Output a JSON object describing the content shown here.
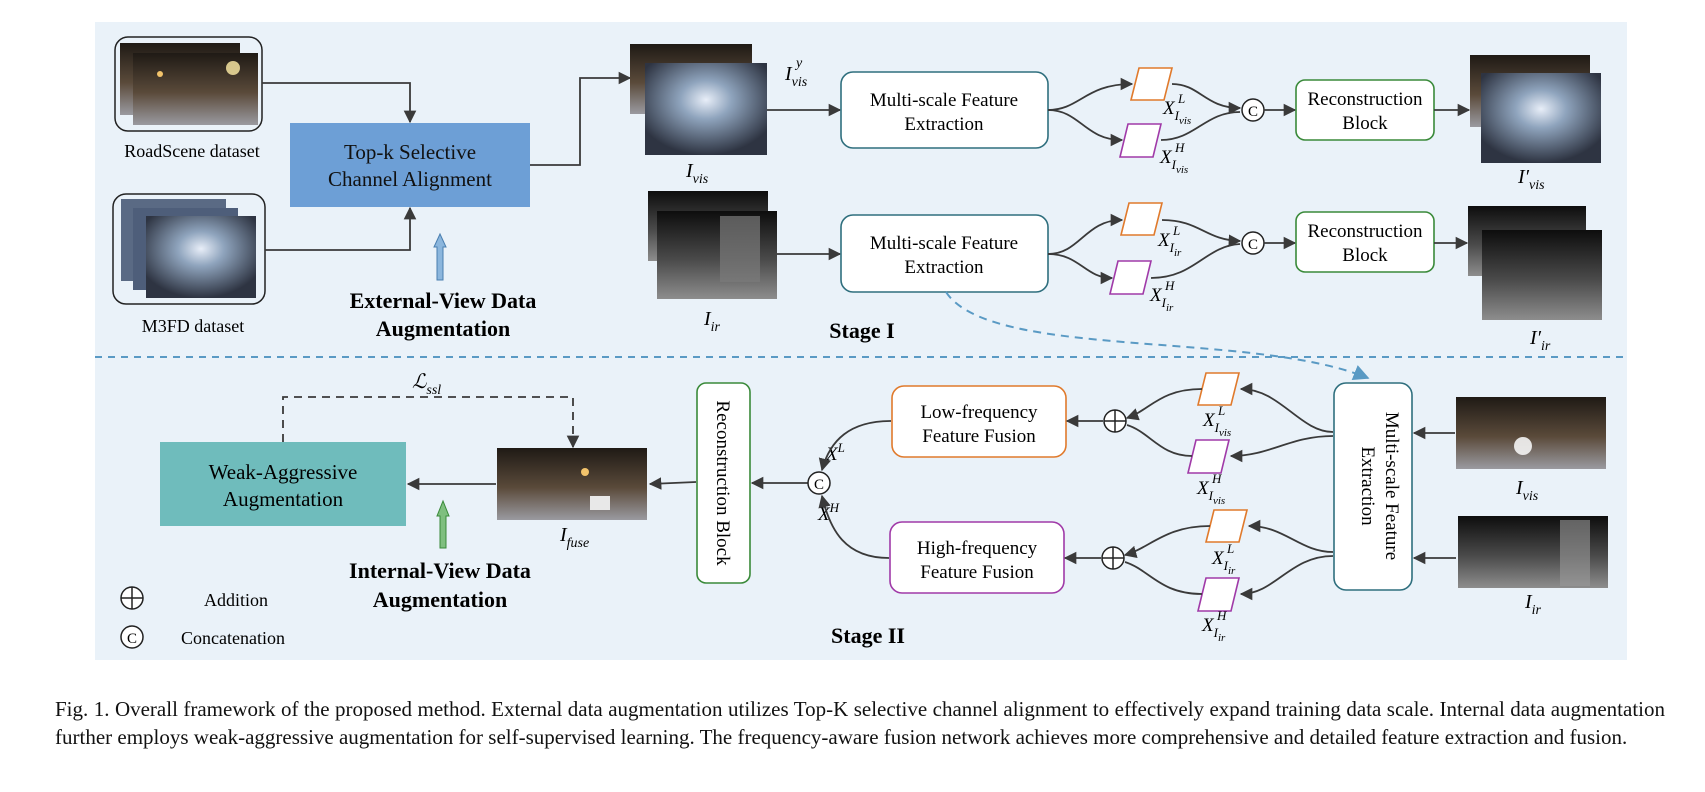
{
  "stage1": {
    "roadscene_label": "RoadScene dataset",
    "m3fd_label": "M3FD dataset",
    "topk_line1": "Top-k Selective",
    "topk_line2": "Channel Alignment",
    "ext_aug_line1": "External-View Data",
    "ext_aug_line2": "Augmentation",
    "msfe_line1": "Multi-scale Feature",
    "msfe_line2": "Extraction",
    "recon_line1": "Reconstruction",
    "recon_line2": "Block",
    "stage_label": "Stage I",
    "I_vis_y": "I",
    "I_vis_y_sup": "y",
    "I_vis_y_sub": "vis",
    "I_vis": "I",
    "I_vis_sub": "vis",
    "I_vis_prime": "I′",
    "I_vis_prime_sub": "vis",
    "I_ir": "I",
    "I_ir_sub": "ir",
    "I_ir_prime": "I′",
    "I_ir_prime_sub": "ir",
    "X_vis_L": "X",
    "X_vis_L_sup": "L",
    "X_vis_L_sub": "I",
    "X_vis_L_subsub": "vis",
    "X_vis_H": "X",
    "X_vis_H_sup": "H",
    "X_vis_H_sub": "I",
    "X_vis_H_subsub": "vis",
    "X_ir_L": "X",
    "X_ir_L_sup": "L",
    "X_ir_L_sub": "I",
    "X_ir_L_subsub": "ir",
    "X_ir_H": "X",
    "X_ir_H_sup": "H",
    "X_ir_H_sub": "I",
    "X_ir_H_subsub": "ir"
  },
  "stage2": {
    "loss": "ℒ",
    "loss_sub": "ssl",
    "weak_line1": "Weak-Aggressive",
    "weak_line2": "Augmentation",
    "int_aug_line1": "Internal-View Data",
    "int_aug_line2": "Augmentation",
    "I_fuse": "I",
    "I_fuse_sub": "fuse",
    "recon_vertical": "Reconstruction Block",
    "XL": "X",
    "XL_sup": "L",
    "XH": "X",
    "XH_sup": "H",
    "low_line1": "Low-frequency",
    "low_line2": "Feature Fusion",
    "high_line1": "High-frequency",
    "high_line2": "Feature Fusion",
    "msfe_vert_line1": "Multi-scale Feature",
    "msfe_vert_line2": "Extraction",
    "I_vis": "I",
    "I_vis_sub": "vis",
    "I_ir": "I",
    "I_ir_sub": "ir",
    "stage_label": "Stage II",
    "legend_addition": "Addition",
    "legend_concat": "Concatenation",
    "concat_symbol": "C"
  },
  "caption": {
    "text": "Fig. 1.  Overall framework of the proposed method. External data augmentation utilizes Top-K selective channel alignment to effectively expand training data scale. Internal data augmentation further employs weak-aggressive augmentation for self-supervised learning. The frequency-aware fusion network achieves more comprehensive and detailed feature extraction and fusion."
  },
  "colors": {
    "panel_bg": "#eaf2f9",
    "topk_fill": "#6d9fd6",
    "weak_fill": "#6fbcbc",
    "teal_border": "#2f6f7e",
    "green_border": "#3a8a3a",
    "orange_border": "#e07a2c",
    "purple_border": "#a03aa8",
    "dashed_blue": "#5a9ac4",
    "arrow_blue": "#8bb6dd",
    "arrow_green": "#7fbf7f"
  }
}
